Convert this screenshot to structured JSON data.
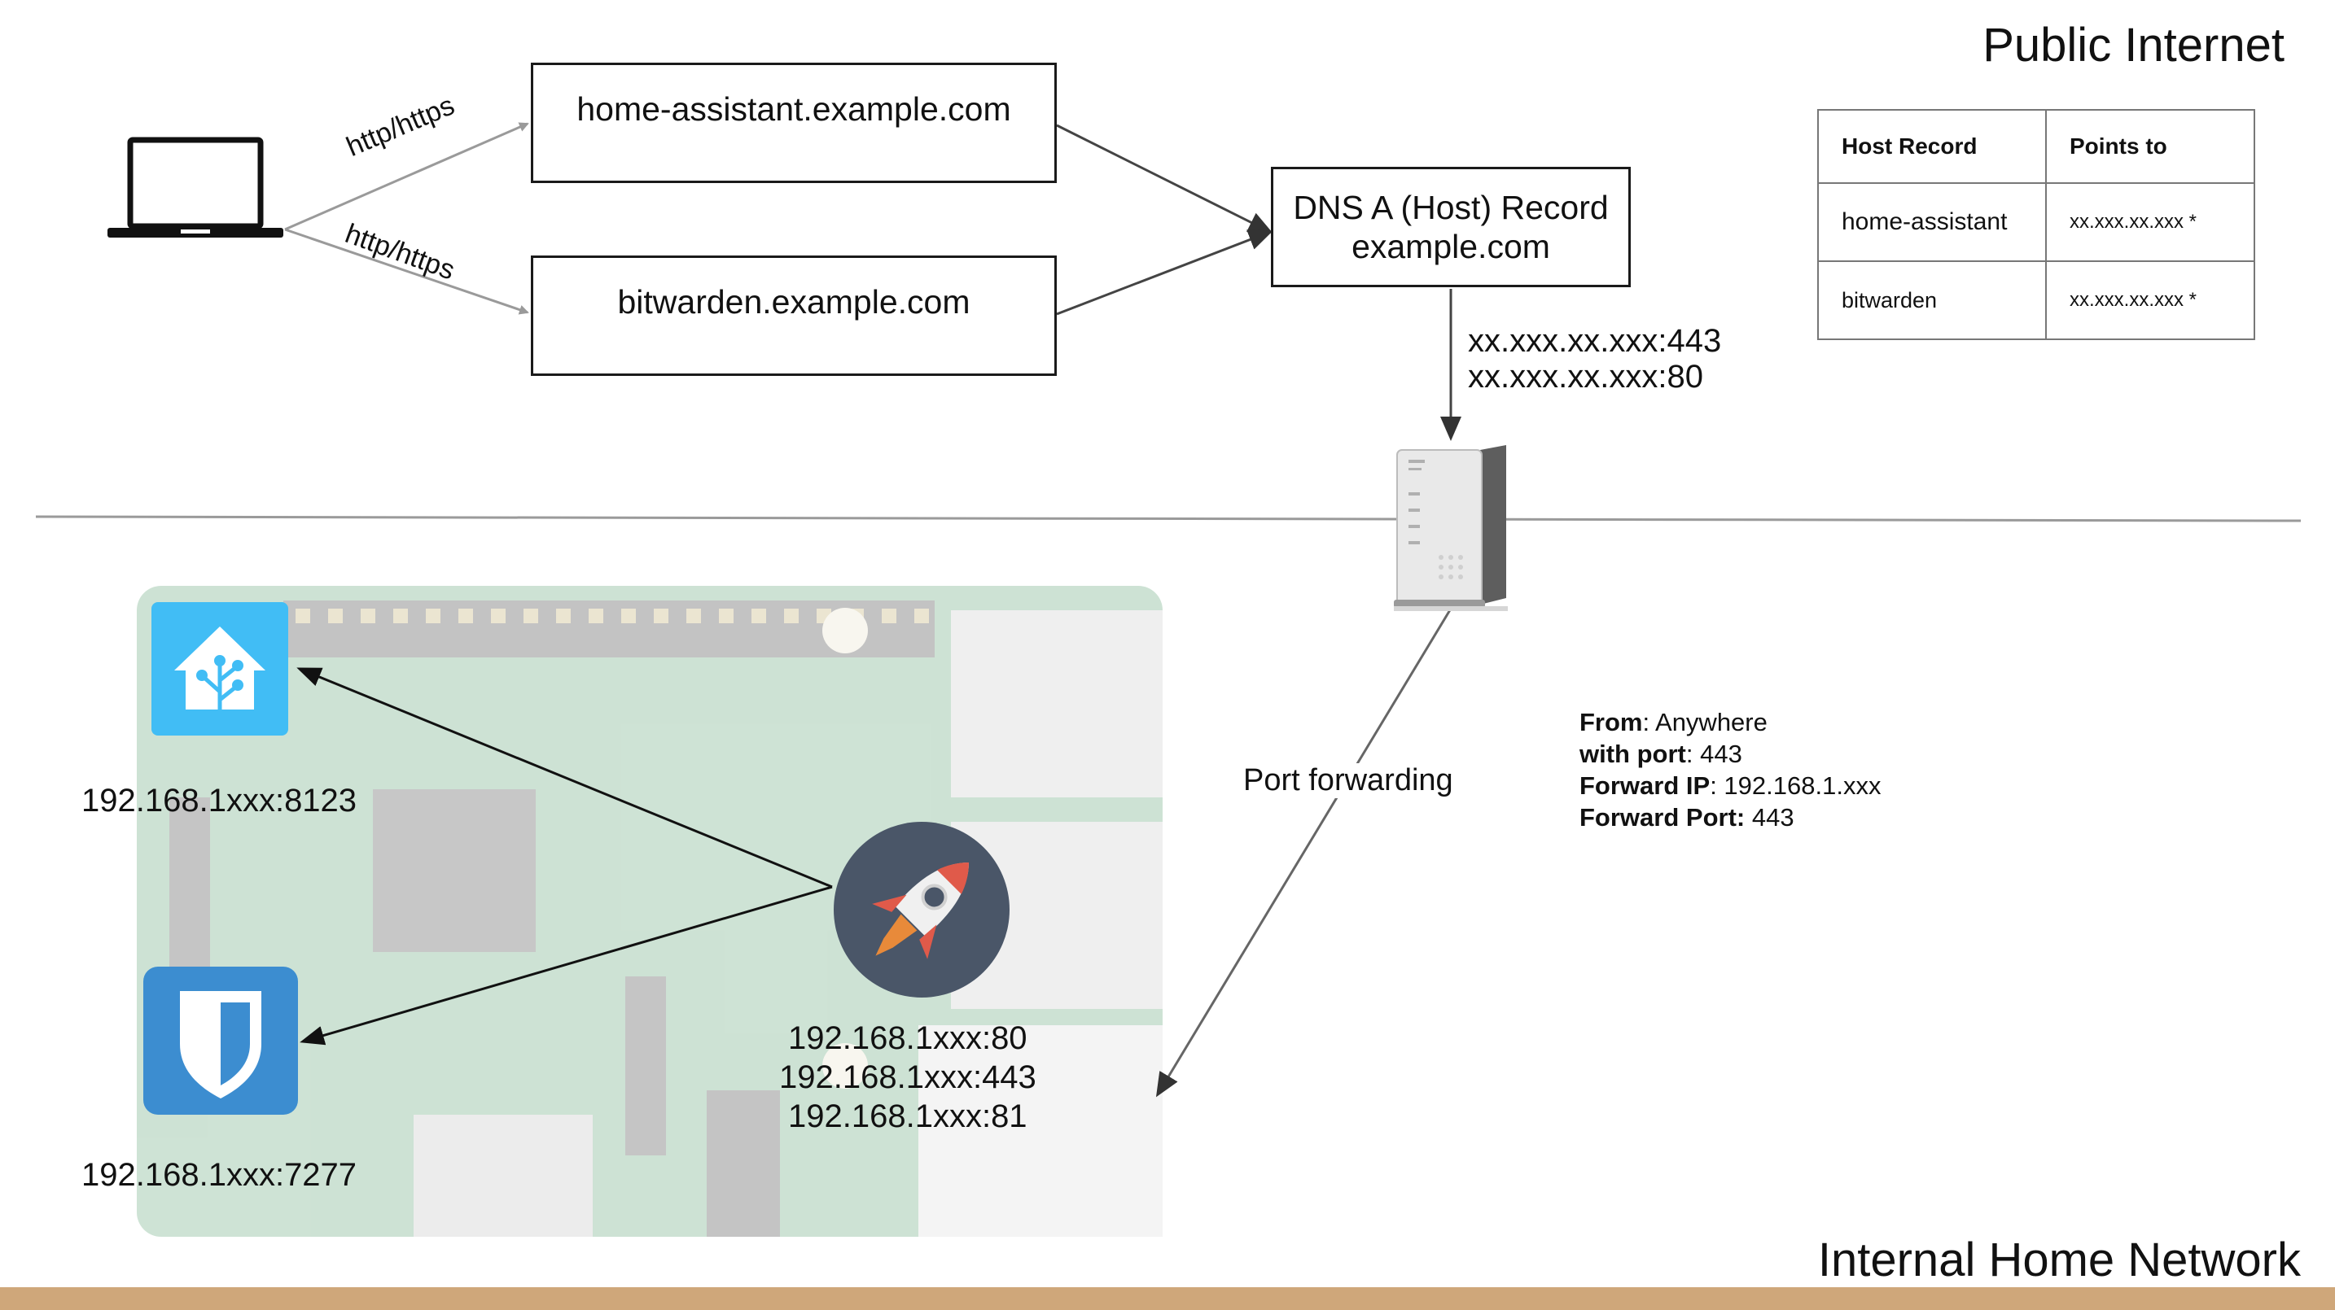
{
  "zones": {
    "public": "Public Internet",
    "internal": "Internal Home Network"
  },
  "domains": {
    "home_assistant": "home-assistant.example.com",
    "bitwarden": "bitwarden.example.com"
  },
  "connections": {
    "upper": "http/https",
    "lower": "http/https"
  },
  "dns_box": {
    "line1": "DNS A (Host) Record",
    "line2": "example.com"
  },
  "public_ports": [
    "xx.xxx.xx.xxx:443",
    "xx.xxx.xx.xxx:80"
  ],
  "host_table": {
    "headers": [
      "Host Record",
      "Points to"
    ],
    "rows": [
      [
        "home-assistant",
        "xx.xxx.xx.xxx *"
      ],
      [
        "bitwarden",
        "xx.xxx.xx.xxx *"
      ]
    ]
  },
  "port_forwarding_label": "Port forwarding",
  "forward_rule": {
    "from_key": "From",
    "from_val": ": Anywhere",
    "port_key": "with port",
    "port_val": ": 443",
    "ip_key": "Forward IP",
    "ip_val": ": 192.168.1.xxx",
    "fport_key": "Forward Port:",
    "fport_val": " 443"
  },
  "services": {
    "home_assistant_addr": "192.168.1xxx:8123",
    "bitwarden_addr": "192.168.1xxx:7277"
  },
  "proxy_addrs": [
    "192.168.1xxx:80",
    "192.168.1xxx:443",
    "192.168.1xxx:81"
  ],
  "icons": {
    "laptop": "laptop-icon",
    "router": "router-icon",
    "home_assistant": "home-assistant-icon",
    "bitwarden": "bitwarden-shield-icon",
    "proxy": "rocket-icon",
    "board": "raspberry-pi-board"
  },
  "colors": {
    "bottom_bar": "#cfa77a",
    "ha_blue": "#41bdf5",
    "bitwarden_blue": "#3c8dd0",
    "rocket_bg": "#4a5668",
    "rocket_red": "#e05a4a"
  }
}
